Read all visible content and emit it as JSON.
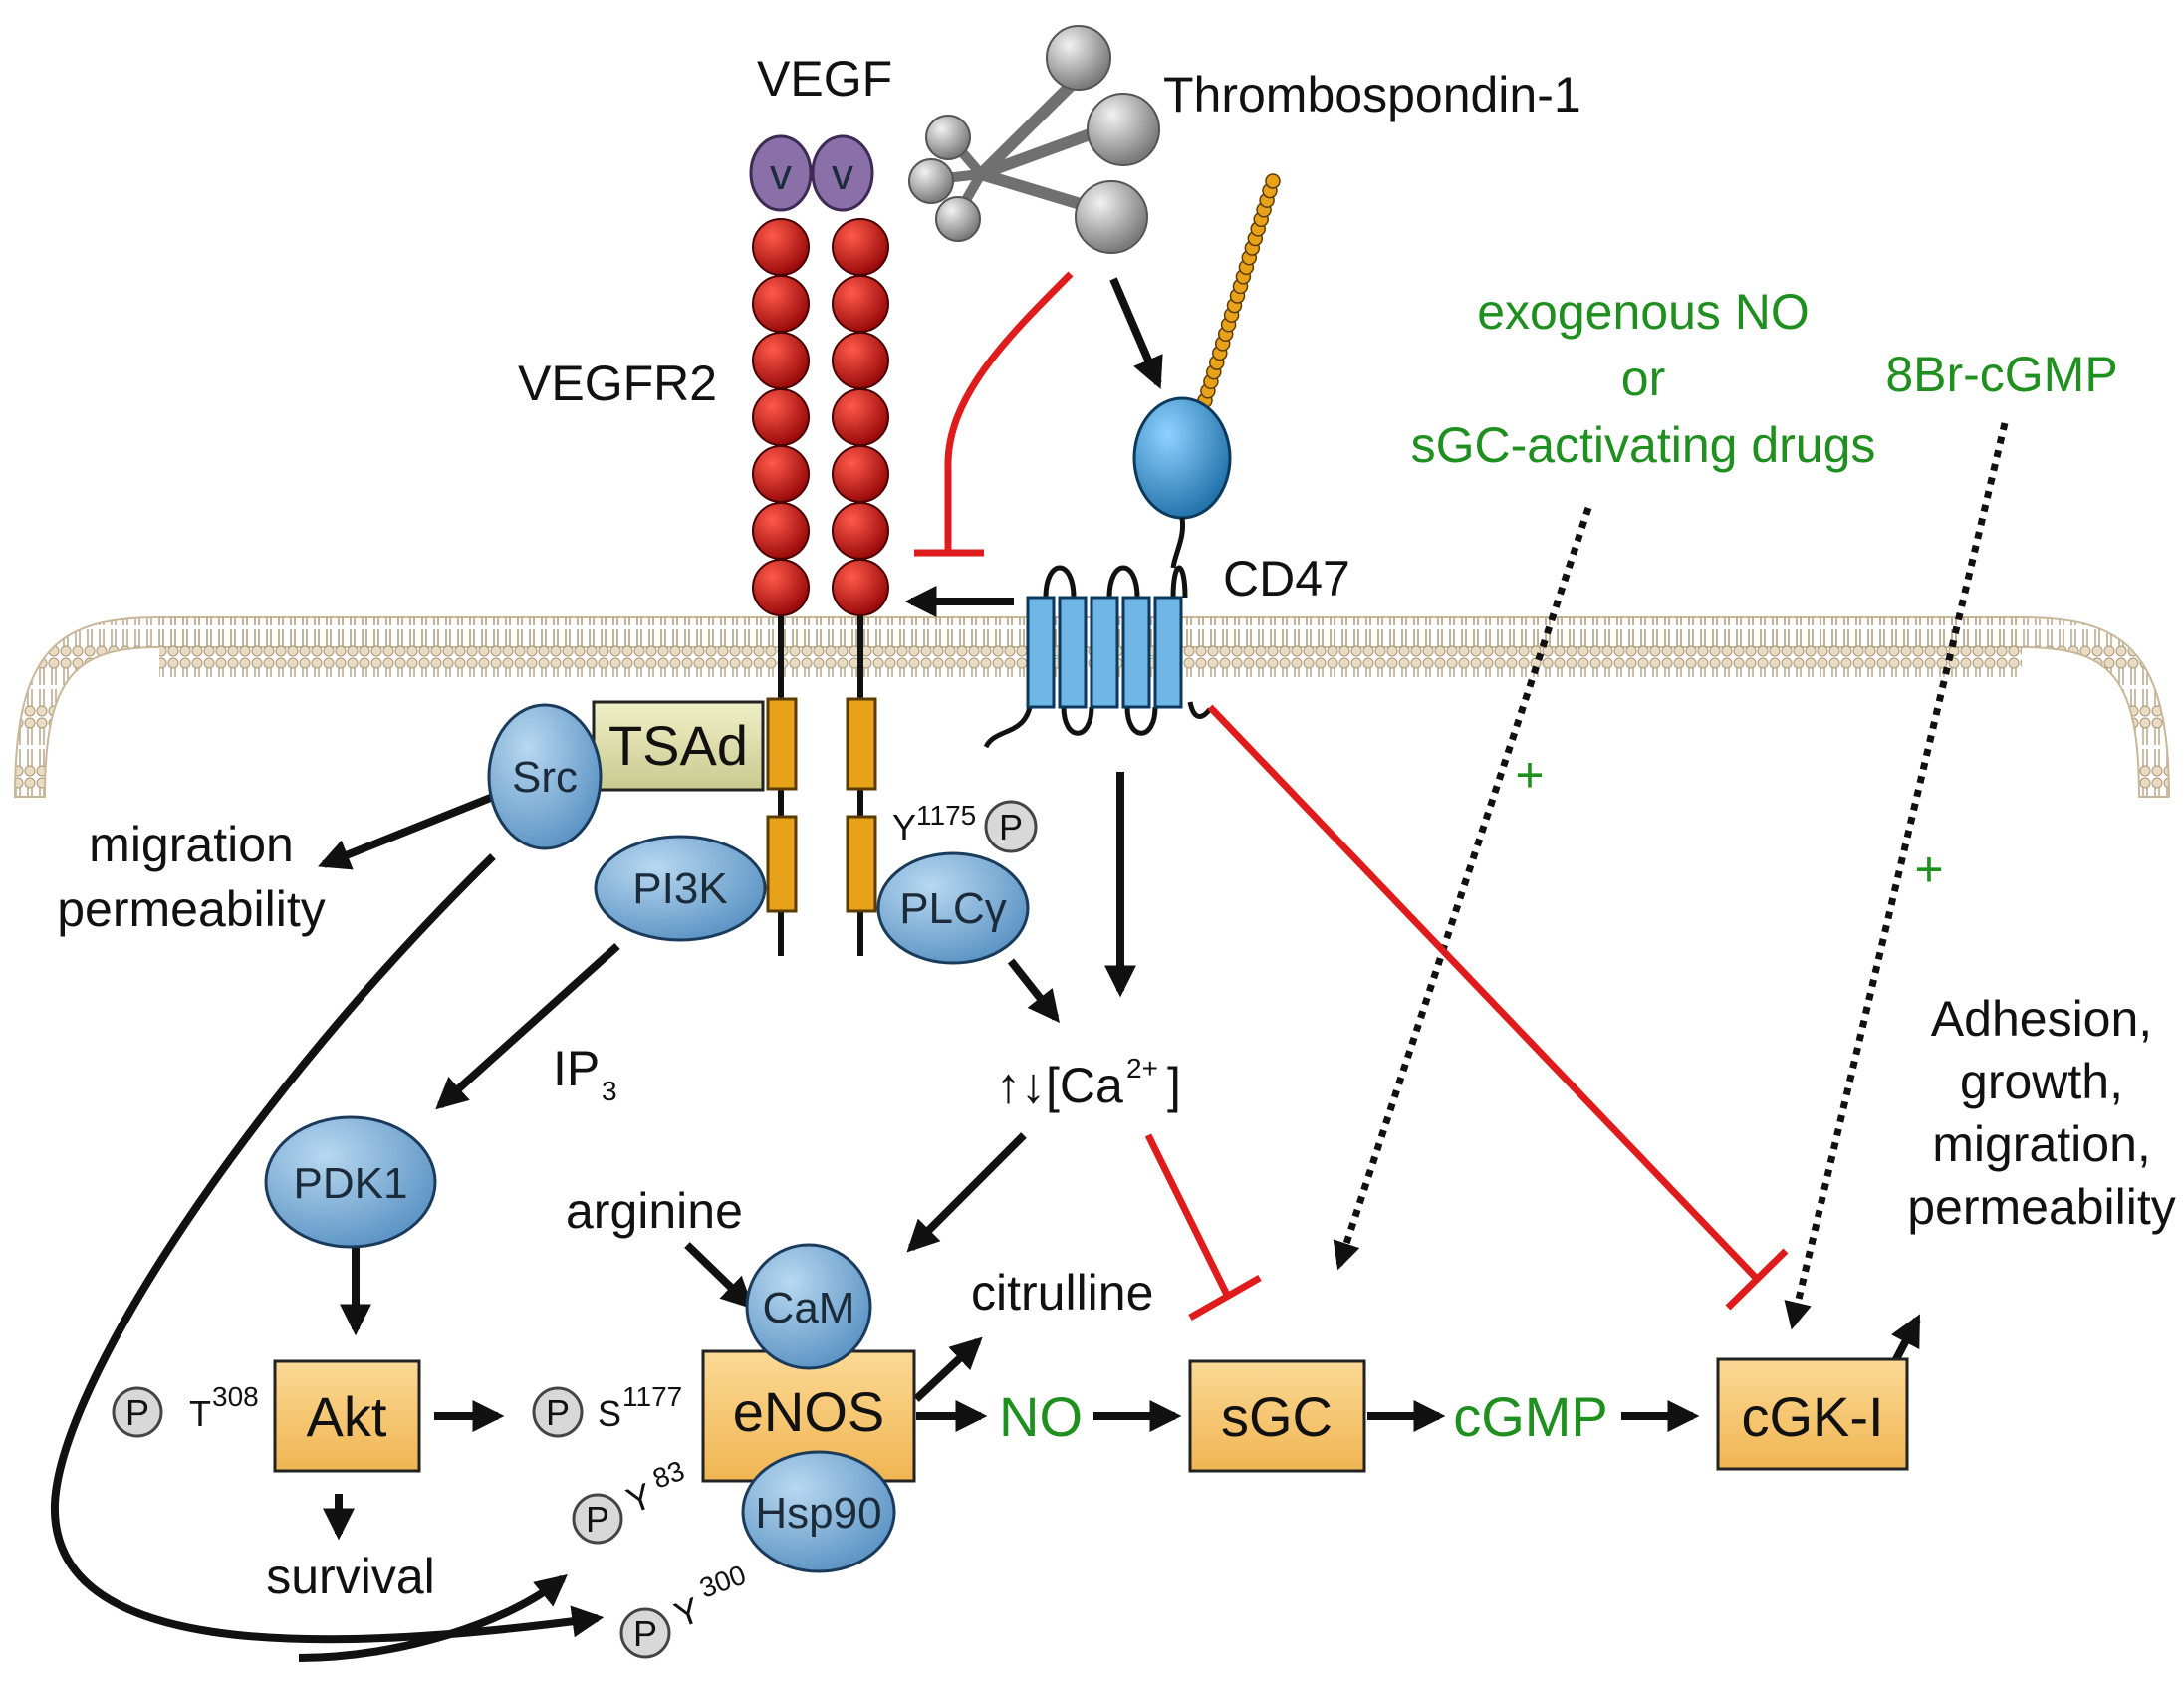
{
  "labels": {
    "vegf": "VEGF",
    "v1": "v",
    "v2": "v",
    "thrombospondin": "Thrombospondin-1",
    "vegfr2": "VEGFR2",
    "cd47": "CD47",
    "exo_line1": "exogenous NO",
    "exo_line2": "or",
    "exo_line3": "sGC-activating drugs",
    "br_cgmp": "8Br-cGMP",
    "plus_left": "+",
    "plus_right": "+",
    "tsad": "TSAd",
    "src": "Src",
    "pi3k": "PI3K",
    "plcg": "PLCγ",
    "y1175": "Y",
    "y1175_sup": "1175",
    "migration": "migration",
    "permeability": "permeability",
    "ip3": "IP",
    "ip3_sub": "3",
    "pdk1": "PDK1",
    "calcium": "↑↓[Ca",
    "calcium_sup": "2+",
    "calcium_close": "]",
    "arginine": "arginine",
    "citrulline": "citrulline",
    "cam": "CaM",
    "enos": "eNOS",
    "hsp90": "Hsp90",
    "akt": "Akt",
    "t308": "T",
    "t308_sup": "308",
    "s1177": "S",
    "s1177_sup": "1177",
    "y83": "Y",
    "y83_sup": "83",
    "y300": "Y",
    "y300_sup": "300",
    "p": "P",
    "no": "NO",
    "sgc": "sGC",
    "cgmp": "cGMP",
    "cgki": "cGK-I",
    "survival": "survival",
    "adh1": "Adhesion,",
    "adh2": "growth,",
    "adh3": "migration,",
    "adh4": "permeability"
  },
  "colors": {
    "activation": "#111111",
    "inhibition": "#e01b1b",
    "green_text": "#1f8f1f",
    "protein_fill": "#6fa8d6",
    "box_fill": "#f7c66b",
    "receptor_bead": "#c81414",
    "vegf_fill": "#8a6fa8",
    "membrane": "#c9b79a"
  }
}
